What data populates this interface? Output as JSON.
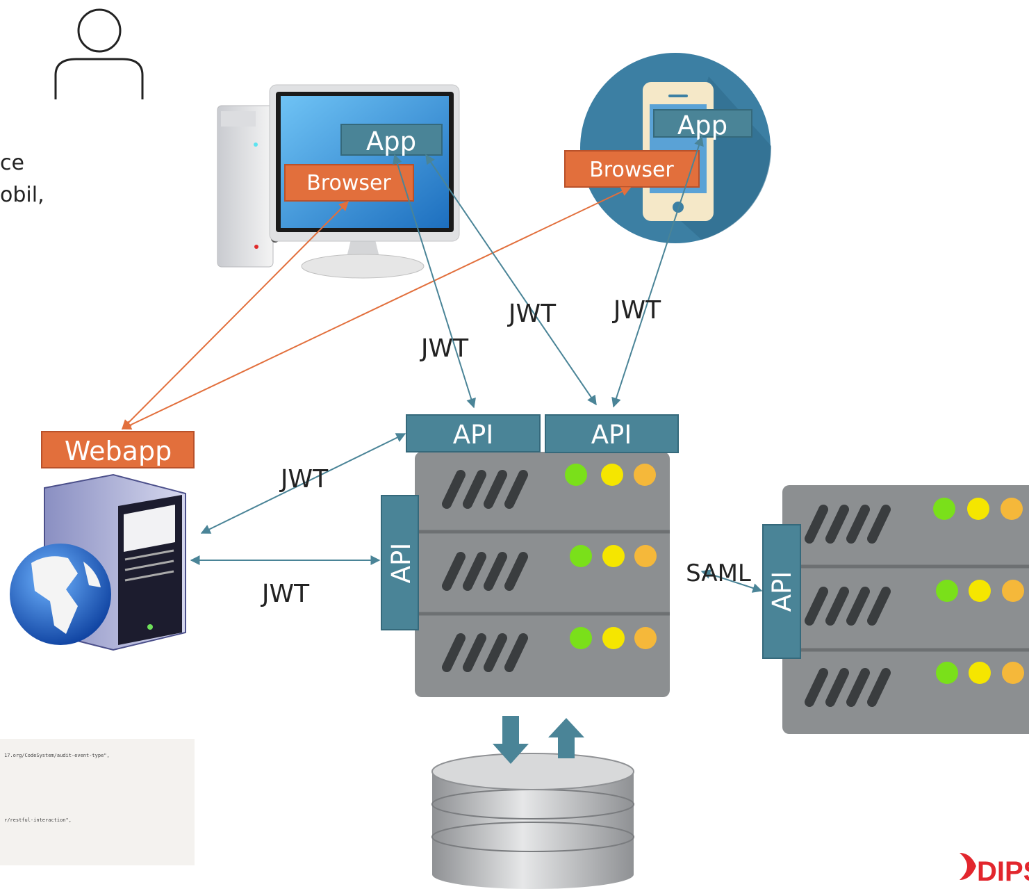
{
  "partial_text": {
    "line1": "ce",
    "line2": "obil,"
  },
  "code_snippet": {
    "line1": "17.org/CodeSystem/audit-event-type\",",
    "line2": "r/restful-interaction\","
  },
  "labels": {
    "desktop_app": "App",
    "desktop_browser": "Browser",
    "mobile_app": "App",
    "mobile_browser": "Browser",
    "webapp": "Webapp",
    "api_top_left": "API",
    "api_top_right": "API",
    "api_side": "API",
    "api_right_server": "API",
    "jwt_desktop_app": "JWT",
    "jwt_cross": "JWT",
    "jwt_mobile_app": "JWT",
    "jwt_webapp_upper": "JWT",
    "jwt_webapp_lower": "JWT",
    "saml": "SAML",
    "logo": "DIPS"
  },
  "colors": {
    "api_box": "#4a8497",
    "browser_box": "#e26f3c",
    "arrow_teal": "#4a8497",
    "arrow_orange": "#e26f3c",
    "server_body": "#8c8f91",
    "led_green": "#7ae01a",
    "led_yellow": "#f5e600",
    "led_orange": "#f5b83a",
    "mobile_circle": "#3c7fa3",
    "logo_red": "#e2262d"
  }
}
